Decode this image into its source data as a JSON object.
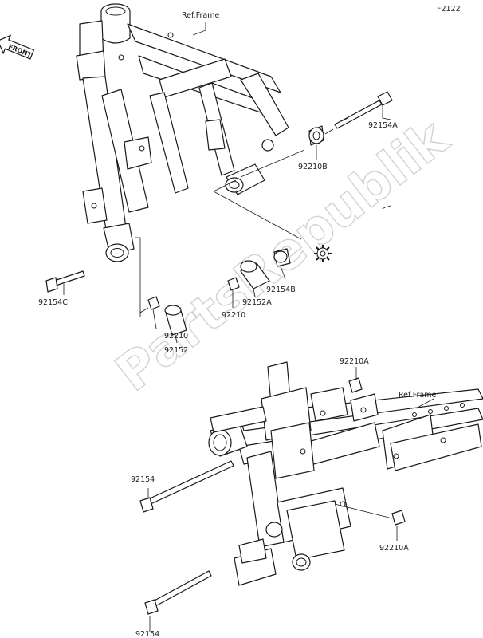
{
  "diagram": {
    "code": "F2122",
    "front_label": "FRONT",
    "watermark": "PartsRepublik",
    "ref_frame_upper": "Ref.Frame",
    "ref_frame_lower": "Ref.Frame",
    "parts": {
      "p92154A": "92154A",
      "p92210B": "92210B",
      "p92154C": "92154C",
      "p92154B": "92154B",
      "p92152A": "92152A",
      "p92210_upper": "92210",
      "p92210_lower": "92210",
      "p92152": "92152",
      "p92210A_upper": "92210A",
      "p92154_upper": "92154",
      "p92210A_lower": "92210A",
      "p92154_lower": "92154"
    }
  }
}
